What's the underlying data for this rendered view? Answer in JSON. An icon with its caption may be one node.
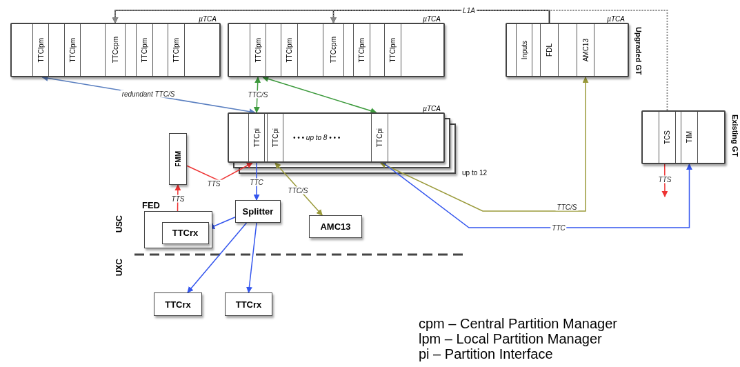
{
  "diagram": {
    "nodes": [
      {
        "text": [
          "µTCA"
        ]
      },
      {
        "text": [
          "TTClpm"
        ],
        "in": 0
      },
      {
        "text": [
          "TTClpm"
        ],
        "in": 0
      },
      {
        "text": [
          "TTCcpm"
        ],
        "in": 0
      },
      {
        "text": [
          "TTClpm"
        ],
        "in": 0
      },
      {
        "text": [
          "TTClpm"
        ],
        "in": 0
      },
      {
        "text": [
          "µTCA"
        ]
      },
      {
        "text": [
          "TTClpm"
        ],
        "in": 6
      },
      {
        "text": [
          "TTClpm"
        ],
        "in": 6
      },
      {
        "text": [
          "TTCcpm"
        ],
        "in": 6
      },
      {
        "text": [
          "TTClpm"
        ],
        "in": 6
      },
      {
        "text": [
          "TTClpm"
        ],
        "in": 6
      },
      {
        "text": [
          "µTCA",
          "Upgraded GT"
        ]
      },
      {
        "text": [
          "Inputs"
        ],
        "in": 12
      },
      {
        "text": [
          "FDL"
        ],
        "in": 12
      },
      {
        "text": [
          "AMC13"
        ],
        "in": 12
      },
      {
        "text": [
          "µTCA"
        ],
        "beside": [
          "up to 12"
        ]
      },
      {
        "text": [
          "TTCpi"
        ],
        "in": 16
      },
      {
        "text": [
          "TTCpi"
        ],
        "in": 16
      },
      {
        "text": [
          "TTCpi"
        ],
        "in": 16
      },
      {
        "text": [
          "Existing GT"
        ]
      },
      {
        "text": [
          "TCS"
        ],
        "in": 20
      },
      {
        "text": [
          "TIM"
        ],
        "in": 20
      },
      {
        "text": [
          "FMM"
        ]
      },
      {
        "text": [
          "FED"
        ]
      },
      {
        "text": [
          "TTCrx"
        ],
        "in": 24
      },
      {
        "text": [
          "Splitter"
        ]
      },
      {
        "text": [
          "AMC13"
        ]
      },
      {
        "text": [
          "TTCrx"
        ]
      },
      {
        "text": [
          "TTCrx"
        ]
      }
    ],
    "edges": [
      {
        "from": 14,
        "to": 3,
        "arrow": "to",
        "label": "L1A",
        "color": "#222222"
      },
      {
        "from": 14,
        "to": 9,
        "arrow": "to",
        "color": "#222222"
      },
      {
        "from": 21,
        "to": 3,
        "arrow": "to",
        "style": "dashed",
        "color": "#888888"
      },
      {
        "from": 21,
        "to": 9,
        "arrow": "to",
        "style": "dashed",
        "color": "#888888"
      },
      {
        "from": 1,
        "to": 17,
        "arrow": "both",
        "label": "redundant TTC/S",
        "color": "#5a7fc0"
      },
      {
        "from": 7,
        "to": 17,
        "arrow": "both",
        "label": "TTC/S",
        "color": "#3c9a3c"
      },
      {
        "from": 7,
        "to": 19,
        "arrow": "both",
        "color": "#3c9a3c"
      },
      {
        "from": 23,
        "to": 17,
        "arrow": "to",
        "label": "TTS",
        "color": "#ee3333"
      },
      {
        "from": 24,
        "to": 23,
        "arrow": "to",
        "label": "TTS",
        "color": "#ee3333"
      },
      {
        "from": 17,
        "to": 26,
        "arrow": "to",
        "label": "TTC"
      },
      {
        "from": 18,
        "to": 27,
        "arrow": "both",
        "label": "TTC/S",
        "color": "#9a9a3a"
      },
      {
        "from": 19,
        "to": 15,
        "arrow": "both",
        "label": "TTC/S",
        "color": "#9a9a3a"
      },
      {
        "from": 19,
        "to": 22,
        "arrow": "to",
        "label": "TTC"
      },
      {
        "from": 21,
        "to": null,
        "arrow": "to",
        "label": "TTS",
        "color": "#ee3333"
      },
      {
        "from": 26,
        "to": 25,
        "arrow": "to"
      },
      {
        "from": 26,
        "to": 28,
        "arrow": "to"
      },
      {
        "from": 26,
        "to": 29,
        "arrow": "to"
      }
    ],
    "labels": [
      "• • • up to 8 • • •",
      "USC",
      "UXC",
      "cpm – Central Partition Manager",
      "lpm – Local Partition Manager",
      "pi – Partition Interface"
    ]
  }
}
